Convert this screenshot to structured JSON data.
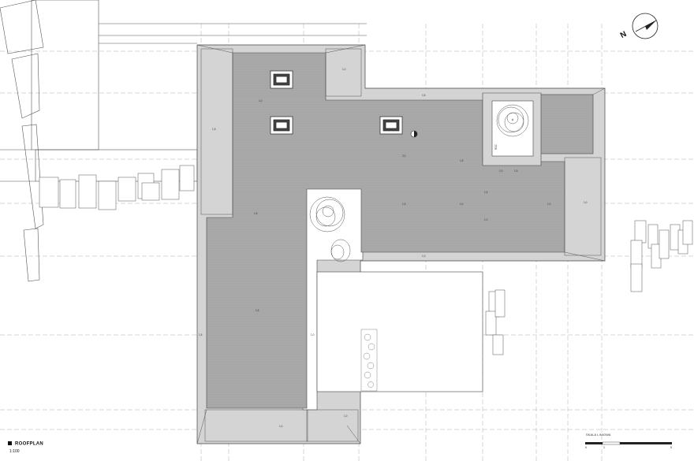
{
  "drawing": {
    "title": "ROOFPLAN",
    "scale": "1:100",
    "north_letter": "N",
    "scalebar": {
      "label": "SKALA LINIOWA",
      "ticks": [
        "0",
        "1",
        "5"
      ]
    },
    "room_label": "RDC",
    "slope_labels": [
      "1,0",
      "1,5",
      "1,0",
      "2,0",
      "1,5",
      "1,0",
      "1,5",
      "1,5",
      "1,0",
      "1,0",
      "1,5",
      "1,0",
      "1,5",
      "1,5",
      "1,0",
      "1,0",
      "1,0",
      "1,5",
      "1,0",
      "1,5",
      "1,0"
    ]
  },
  "colors": {
    "roof_fill": "#a9a9a9",
    "roof_edge": "#d4d4d4",
    "line": "#444444",
    "grid": "#9a9a9a",
    "background": "#ffffff"
  }
}
